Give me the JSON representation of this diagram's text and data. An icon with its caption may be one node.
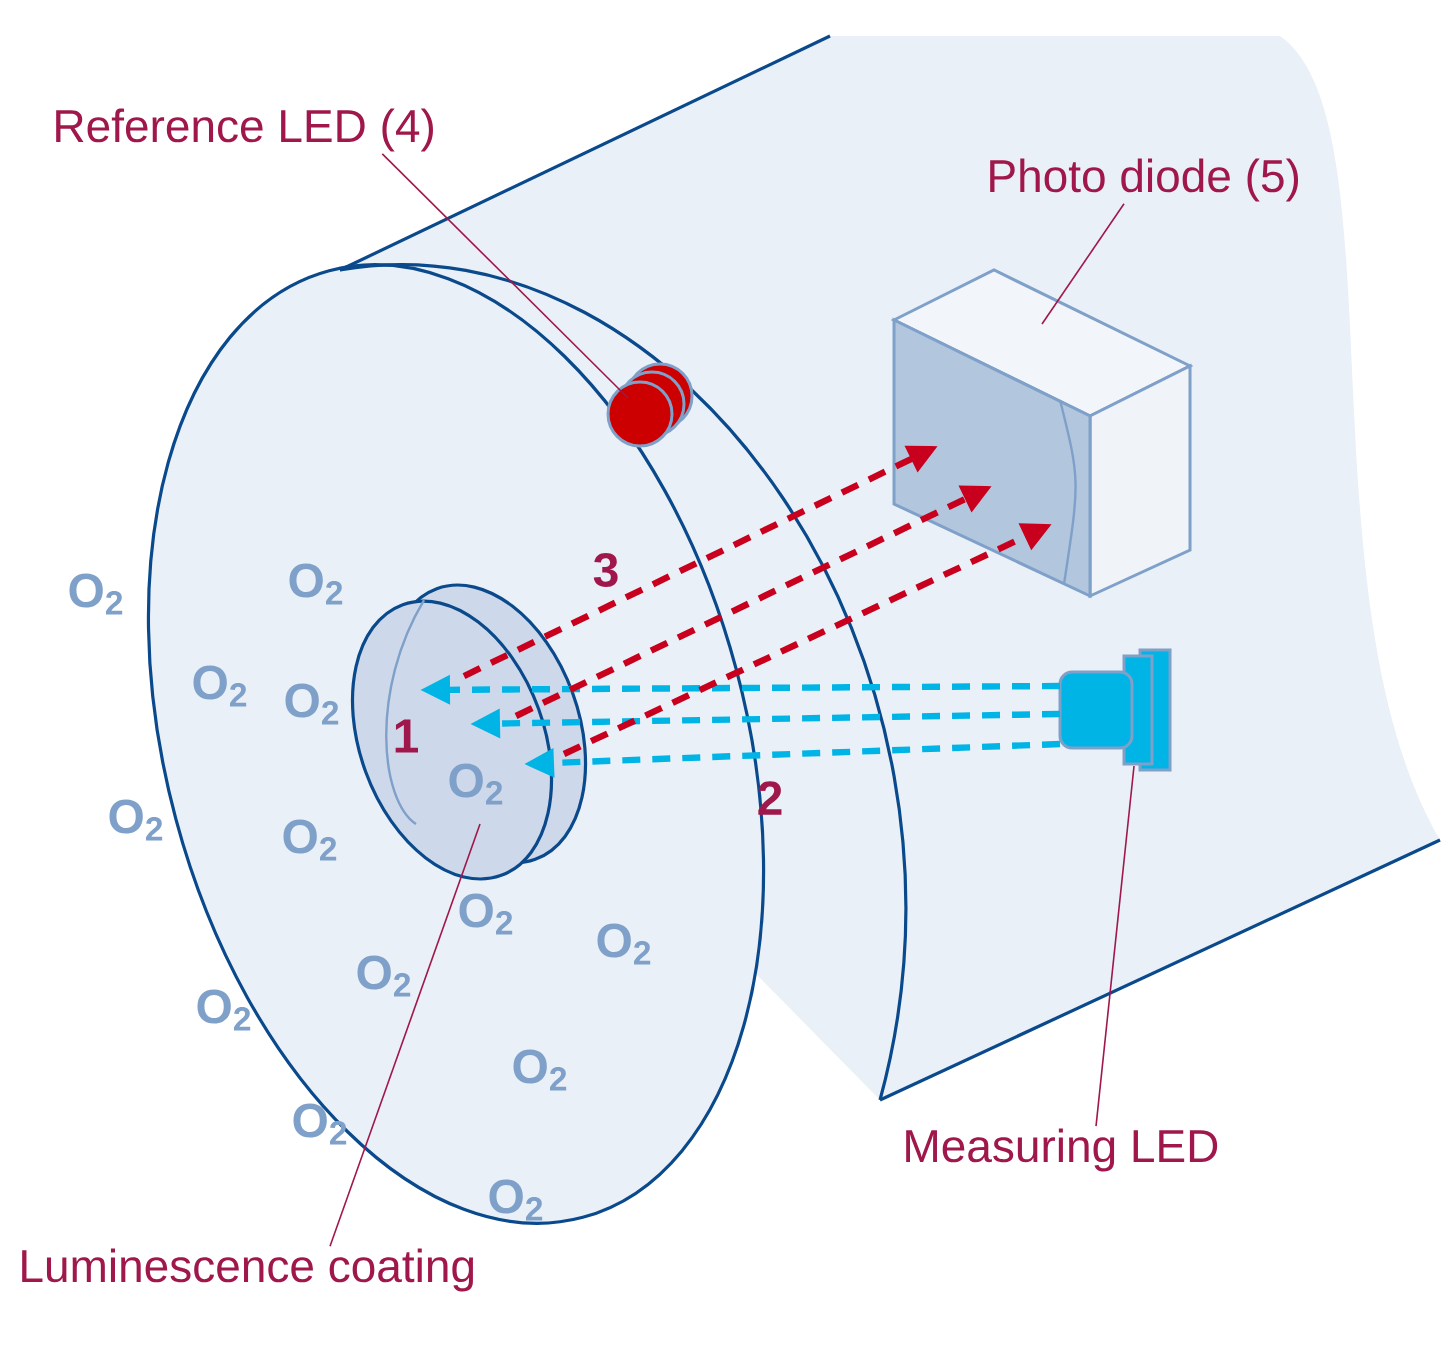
{
  "diagram": {
    "nodes": [
      {
        "text": [
          "Reference LED (4)"
        ]
      },
      {
        "text": [],
        "shape": "circle"
      },
      {
        "text": [
          "Photo diode (5)"
        ]
      },
      {
        "text": [],
        "shape": "picture"
      },
      {
        "text": [
          "Measuring LED"
        ]
      },
      {
        "text": [],
        "shape": "picture"
      },
      {
        "text": [
          "Luminescence coating"
        ]
      },
      {
        "text": [],
        "shape": "picture"
      }
    ],
    "edges": [
      {
        "from": 0,
        "to": 1,
        "arrow": "none",
        "color": "#a0184b"
      },
      {
        "from": 2,
        "to": 3,
        "arrow": "none",
        "color": "#a0184b"
      },
      {
        "from": 4,
        "to": 5,
        "arrow": "none",
        "color": "#a0184b"
      },
      {
        "from": 6,
        "to": 7,
        "arrow": "none",
        "color": "#a0184b"
      },
      {
        "from": 5,
        "to": 7,
        "arrow": "to",
        "style": "dashed",
        "color": "#00b4e6"
      },
      {
        "from": 5,
        "to": 7,
        "arrow": "to",
        "style": "dashed",
        "color": "#00b4e6"
      },
      {
        "from": 5,
        "to": 7,
        "arrow": "to",
        "style": "dashed",
        "color": "#00b4e6"
      },
      {
        "from": 7,
        "to": 3,
        "arrow": "to",
        "style": "dashed",
        "color": "#c8001e"
      },
      {
        "from": 7,
        "to": 3,
        "arrow": "to",
        "style": "dashed",
        "color": "#c8001e"
      },
      {
        "from": 7,
        "to": 3,
        "arrow": "to",
        "style": "dashed",
        "color": "#c8001e"
      }
    ],
    "labels": [
      "3",
      "1",
      "2",
      "O$_{2}$",
      "O$_{2}$",
      "O$_{2}$",
      "O$_{2}$",
      "O$_{2}$",
      "O$_{2}$",
      "O$_{2}$",
      "O$_{2}$",
      "O$_{2}$",
      "O$_{2}$",
      "O$_{2}$",
      "O$_{2}$",
      "O$_{2}$",
      "O$_{2}$"
    ]
  }
}
